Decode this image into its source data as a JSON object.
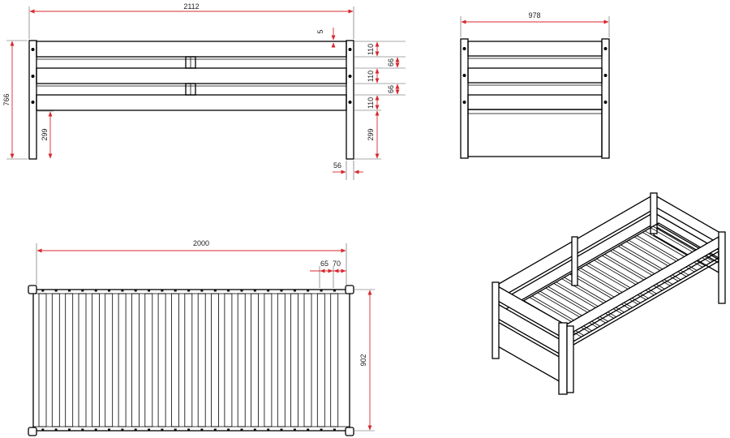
{
  "front_view": {
    "length": "2112",
    "height": "766",
    "gap_top": "5",
    "rail_1": "110",
    "rail_2": "110",
    "rail_3": "110",
    "gap_1": "66",
    "gap_2": "66",
    "leg_left": "299",
    "leg_right": "299",
    "post_width": "56"
  },
  "side_view": {
    "width": "978"
  },
  "top_view": {
    "length": "2000",
    "slat_gap": "65",
    "slat_width": "70",
    "width": "902"
  },
  "colors": {
    "dimension": "#d8282e",
    "outline": "#000000"
  }
}
